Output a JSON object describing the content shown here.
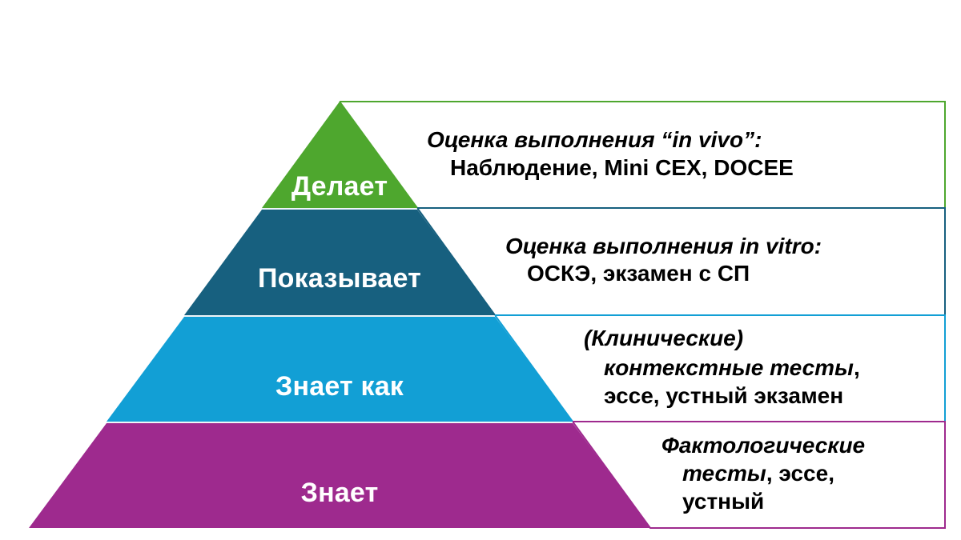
{
  "diagram": {
    "type": "pyramid",
    "tiers": [
      {
        "label": "Делает",
        "color": "#4ea72e",
        "description": {
          "lines": [
            {
              "text": "Оценка выполнения “in vivo”:",
              "italic": true
            },
            {
              "text": "Наблюдение, Mini CEX, DOCEE",
              "italic": false
            }
          ]
        }
      },
      {
        "label": "Показывает",
        "color": "#17607f",
        "description": {
          "lines": [
            {
              "text": "Оценка выполнения in vitro:",
              "italic": true
            },
            {
              "text": "ОСКЭ, экзамен с СП",
              "italic": false
            }
          ]
        }
      },
      {
        "label": "Знает как",
        "color": "#129fd5",
        "description": {
          "lines": [
            {
              "text": "(Клинические)",
              "italic": true
            },
            {
              "text_italic": "контекстные тесты",
              "text_plain": ",",
              "italic": true
            },
            {
              "text": "эссе, устный экзамен",
              "italic": false
            }
          ]
        }
      },
      {
        "label": "Знает",
        "color": "#9e2a8e",
        "description": {
          "lines": [
            {
              "text": "Фактологические",
              "italic": true
            },
            {
              "text_italic": "тесты",
              "text_plain": ", эссе,",
              "italic": true
            },
            {
              "text": "устный",
              "italic": false
            }
          ]
        }
      }
    ]
  }
}
